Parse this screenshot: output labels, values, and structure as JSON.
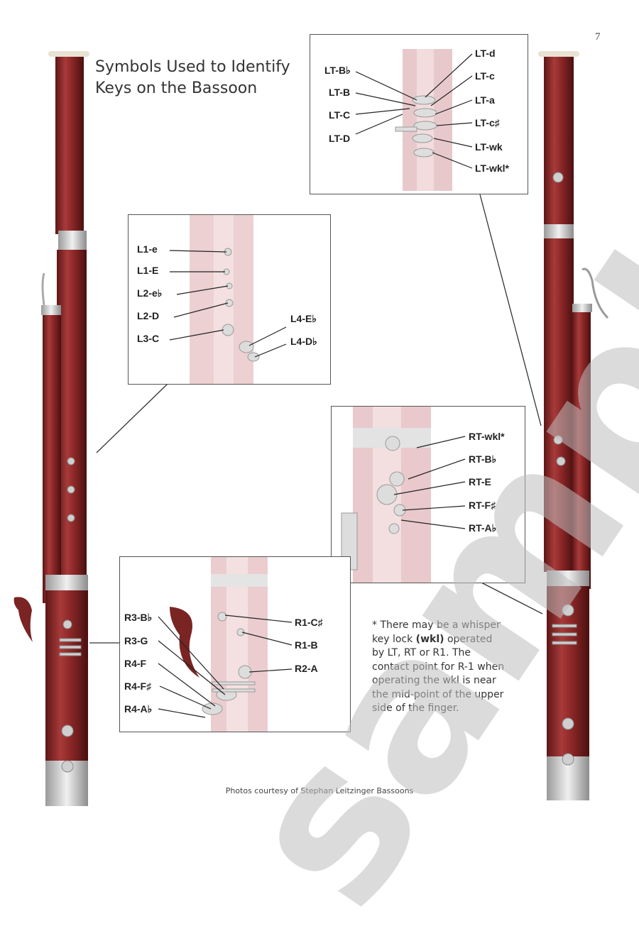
{
  "page_number": "7",
  "title_line1": "Symbols Used to Identify",
  "title_line2": "Keys on the Bassoon",
  "watermark": "sample",
  "credit": "Photos courtesy of Stephan Leitzinger Bassoons",
  "footnote": {
    "text_before": "* There may be a whisper key lock ",
    "bold": "(wkl)",
    "text_after": " operated by LT, RT or R1. The contact point for R-1 when operating the wkl is near the mid-point of the upper side of the finger."
  },
  "lt_box": {
    "left_labels": [
      "LT-B♭",
      "LT-B",
      "LT-C",
      "LT-D"
    ],
    "right_labels": [
      "LT-d",
      "LT-c",
      "LT-a",
      "LT-c♯",
      "LT-wk",
      "LT-wkl*"
    ]
  },
  "l_box": {
    "left_labels": [
      "L1-e",
      "L1-E",
      "L2-e♭",
      "L2-D",
      "L3-C"
    ],
    "right_labels": [
      "L4-E♭",
      "L4-D♭"
    ]
  },
  "rt_box": {
    "right_labels": [
      "RT-wkl*",
      "RT-B♭",
      "RT-E",
      "RT-F♯",
      "RT-A♭"
    ]
  },
  "r_box": {
    "left_labels": [
      "R3-B♭",
      "R3-G",
      "R4-F",
      "R4-F♯",
      "R4-A♭"
    ],
    "right_labels": [
      "R1-C♯",
      "R1-B",
      "R2-A"
    ]
  },
  "colors": {
    "wood": "#8a2a2a",
    "wood_light": "#b5555a",
    "metal": "#d8d8d8",
    "watermark": "#bebebe"
  }
}
